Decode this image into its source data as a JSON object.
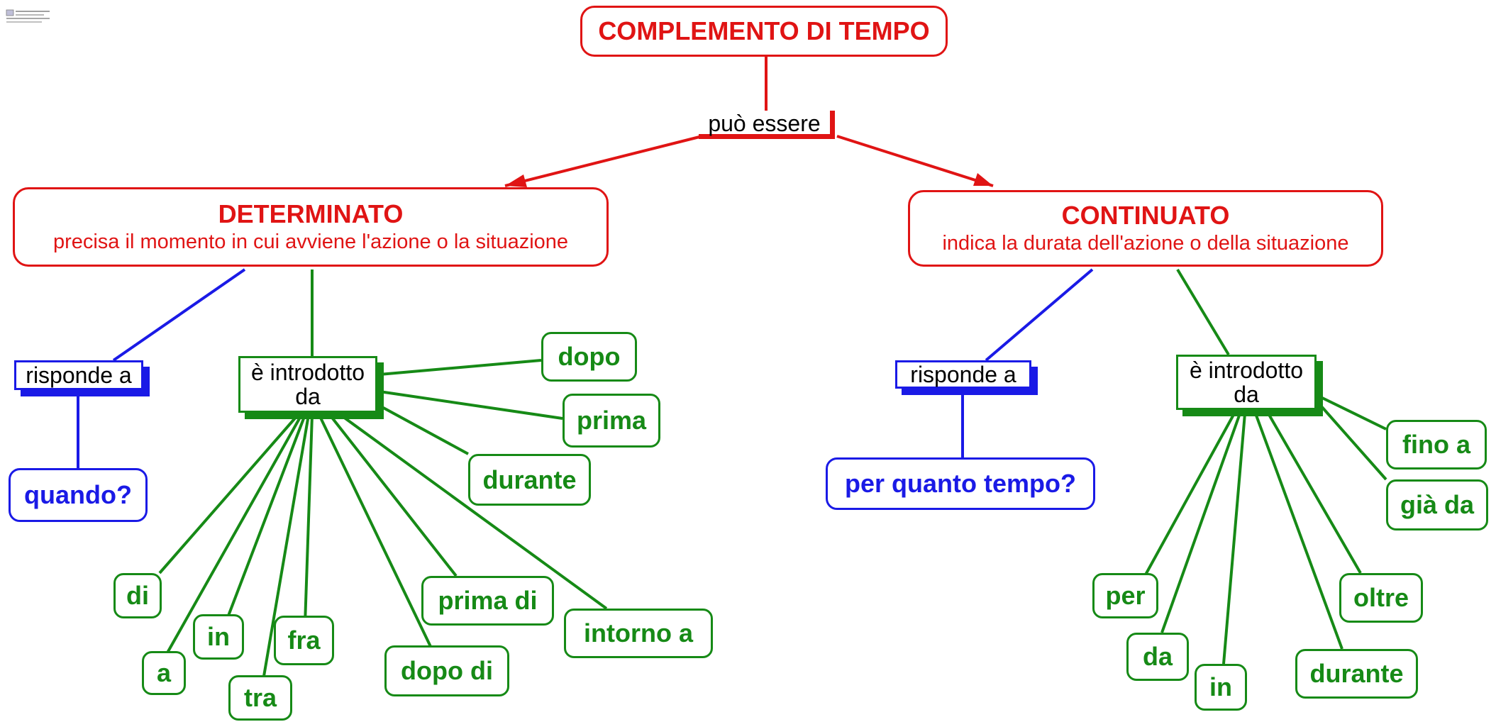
{
  "root": {
    "label": "COMPLEMENTO DI TEMPO",
    "linking_phrase": "può essere"
  },
  "determinato": {
    "title": "DETERMINATO",
    "subtitle": "precisa il momento in cui avviene l'azione o la situazione",
    "asks_phrase": "risponde a",
    "question": "quando?",
    "intro_phrase": "è introdotto da",
    "prepositions": [
      "dopo",
      "prima",
      "durante",
      "di",
      "a",
      "in",
      "tra",
      "fra",
      "dopo di",
      "prima di",
      "intorno a"
    ]
  },
  "continuato": {
    "title": "CONTINUATO",
    "subtitle": "indica la durata dell'azione o della situazione",
    "asks_phrase": "risponde a",
    "question": "per quanto tempo?",
    "intro_phrase": "è introdotto da",
    "prepositions": [
      "fino a",
      "già da",
      "per",
      "da",
      "in",
      "durante",
      "oltre"
    ]
  },
  "colors": {
    "red": "#e01414",
    "green": "#168a16",
    "blue": "#1a1ae6"
  },
  "icons": {
    "logo": "app-logo-icon"
  }
}
